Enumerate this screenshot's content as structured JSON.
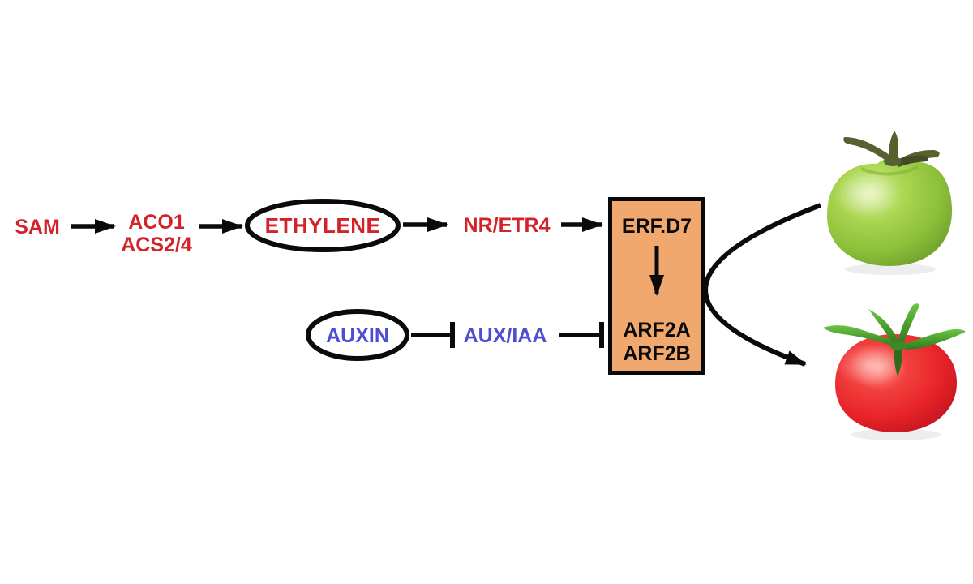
{
  "figure": {
    "kind": "signaling-pathway-diagram",
    "topic": "ethylene and auxin control of tomato fruit ripening"
  },
  "colors": {
    "red_text": "#D2232A",
    "blue_text": "#4E4ED2",
    "box_fill": "#F1A86E",
    "line_black": "#0A0A0A",
    "background": "#FFFFFF",
    "green_tomato": "#96C83C",
    "red_tomato": "#E8252C"
  },
  "nodes": {
    "sam": {
      "label": "SAM"
    },
    "aco1": {
      "label": "ACO1"
    },
    "acs24": {
      "label": "ACS2/4"
    },
    "ethylene": {
      "label": "ETHYLENE"
    },
    "nretr4": {
      "label": "NR/ETR4"
    },
    "erfd7": {
      "label": "ERF.D7"
    },
    "arf2a": {
      "label": "ARF2A"
    },
    "arf2b": {
      "label": "ARF2B"
    },
    "auxin": {
      "label": "AUXIN"
    },
    "auxiaa": {
      "label": "AUX/IAA"
    }
  },
  "edges": [
    {
      "from": "SAM",
      "to": "ACO1 / ACS2/4",
      "type": "arrow"
    },
    {
      "from": "ACO1 / ACS2/4",
      "to": "ETHYLENE",
      "type": "arrow"
    },
    {
      "from": "ETHYLENE",
      "to": "NR/ETR4",
      "type": "arrow"
    },
    {
      "from": "NR/ETR4",
      "to": "ERF.D7",
      "type": "arrow"
    },
    {
      "from": "ERF.D7",
      "to": "ARF2A / ARF2B",
      "type": "arrow"
    },
    {
      "from": "AUXIN",
      "to": "AUX/IAA",
      "type": "inhibition"
    },
    {
      "from": "AUX/IAA",
      "to": "ARF2A / ARF2B",
      "type": "inhibition"
    },
    {
      "from": "ERF.D7 / ARF2 box",
      "to": "ripe red tomato",
      "type": "curved-arrow"
    }
  ],
  "illustrations": {
    "green_tomato": "unripe green tomato photo",
    "red_tomato": "ripe red tomato photo"
  }
}
